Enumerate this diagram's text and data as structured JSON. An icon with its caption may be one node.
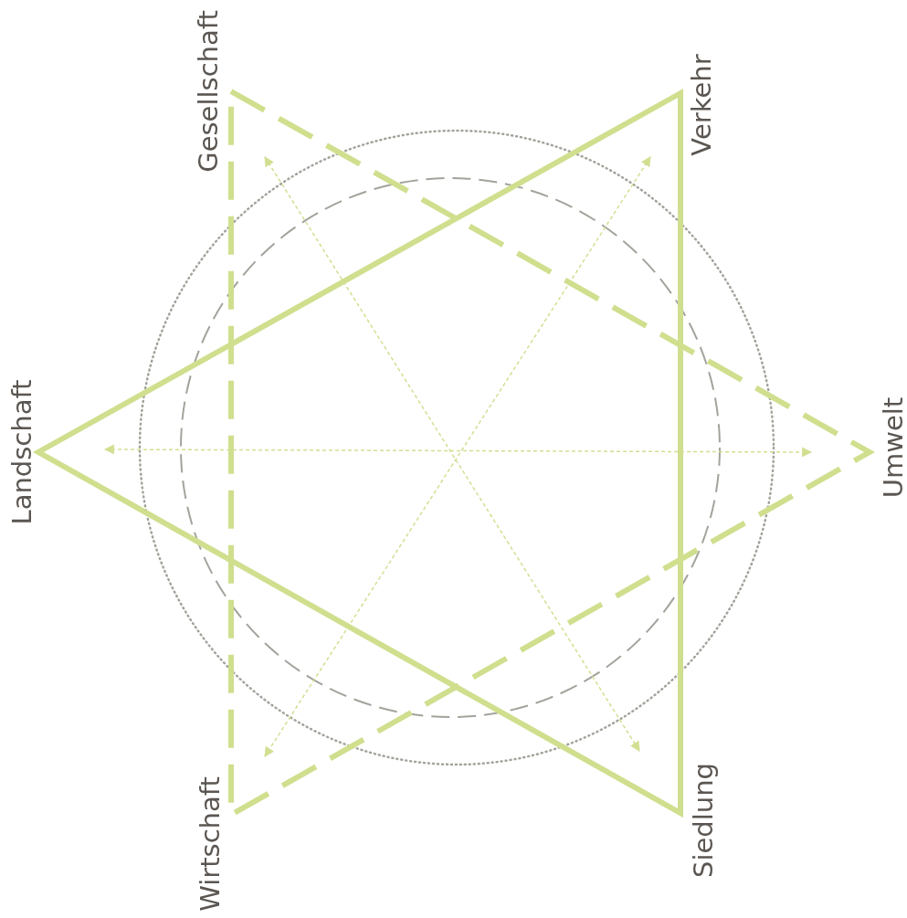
{
  "diagram": {
    "nodes": [
      {
        "text": [
          "Gesellschaft"
        ]
      },
      {
        "text": [
          "Verkehr"
        ]
      },
      {
        "text": [
          "Landschaft"
        ]
      },
      {
        "text": [
          "Umwelt"
        ]
      },
      {
        "text": [
          "Wirtschaft"
        ]
      },
      {
        "text": [
          "Siedlung"
        ]
      }
    ],
    "edges": [
      {
        "from": 0,
        "to": 5,
        "arrow": "both",
        "style": "dashed"
      },
      {
        "from": 1,
        "to": 4,
        "arrow": "both",
        "style": "dashed"
      },
      {
        "from": 2,
        "to": 3,
        "arrow": "both",
        "style": "dashed"
      }
    ]
  }
}
